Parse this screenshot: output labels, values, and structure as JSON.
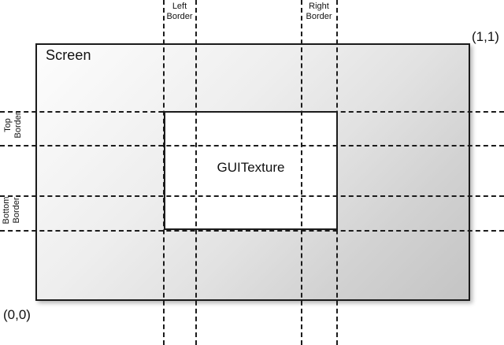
{
  "diagram": {
    "title": "GUITexture screen border layout",
    "screen": {
      "label": "Screen",
      "fill_from": "#fdfdfd",
      "fill_to": "#c4c4c4",
      "stroke": "#1b1b1b"
    },
    "texture": {
      "label": "GUITexture",
      "fill": "#ffffff",
      "stroke": "#1b1b1b"
    },
    "coordinates": [
      {
        "name": "origin",
        "label": "(0,0)"
      },
      {
        "name": "top-right",
        "label": "(1,1)"
      }
    ],
    "borders": [
      {
        "name": "left",
        "line1": "Left",
        "line2": "Border",
        "orientation": "vertical-guides-top-label"
      },
      {
        "name": "right",
        "line1": "Right",
        "line2": "Border",
        "orientation": "vertical-guides-top-label"
      },
      {
        "name": "top",
        "line1": "Top",
        "line2": "Border",
        "orientation": "horizontal-guides-side-label"
      },
      {
        "name": "bottom",
        "line1": "Bottom",
        "line2": "Border",
        "orientation": "horizontal-guides-side-label"
      }
    ],
    "guides": {
      "vertical_x": [
        207,
        248,
        382,
        427
      ],
      "horizontal_y": [
        141,
        184,
        248,
        292
      ],
      "stroke": "#1b1b1b",
      "style": "dashed"
    }
  }
}
